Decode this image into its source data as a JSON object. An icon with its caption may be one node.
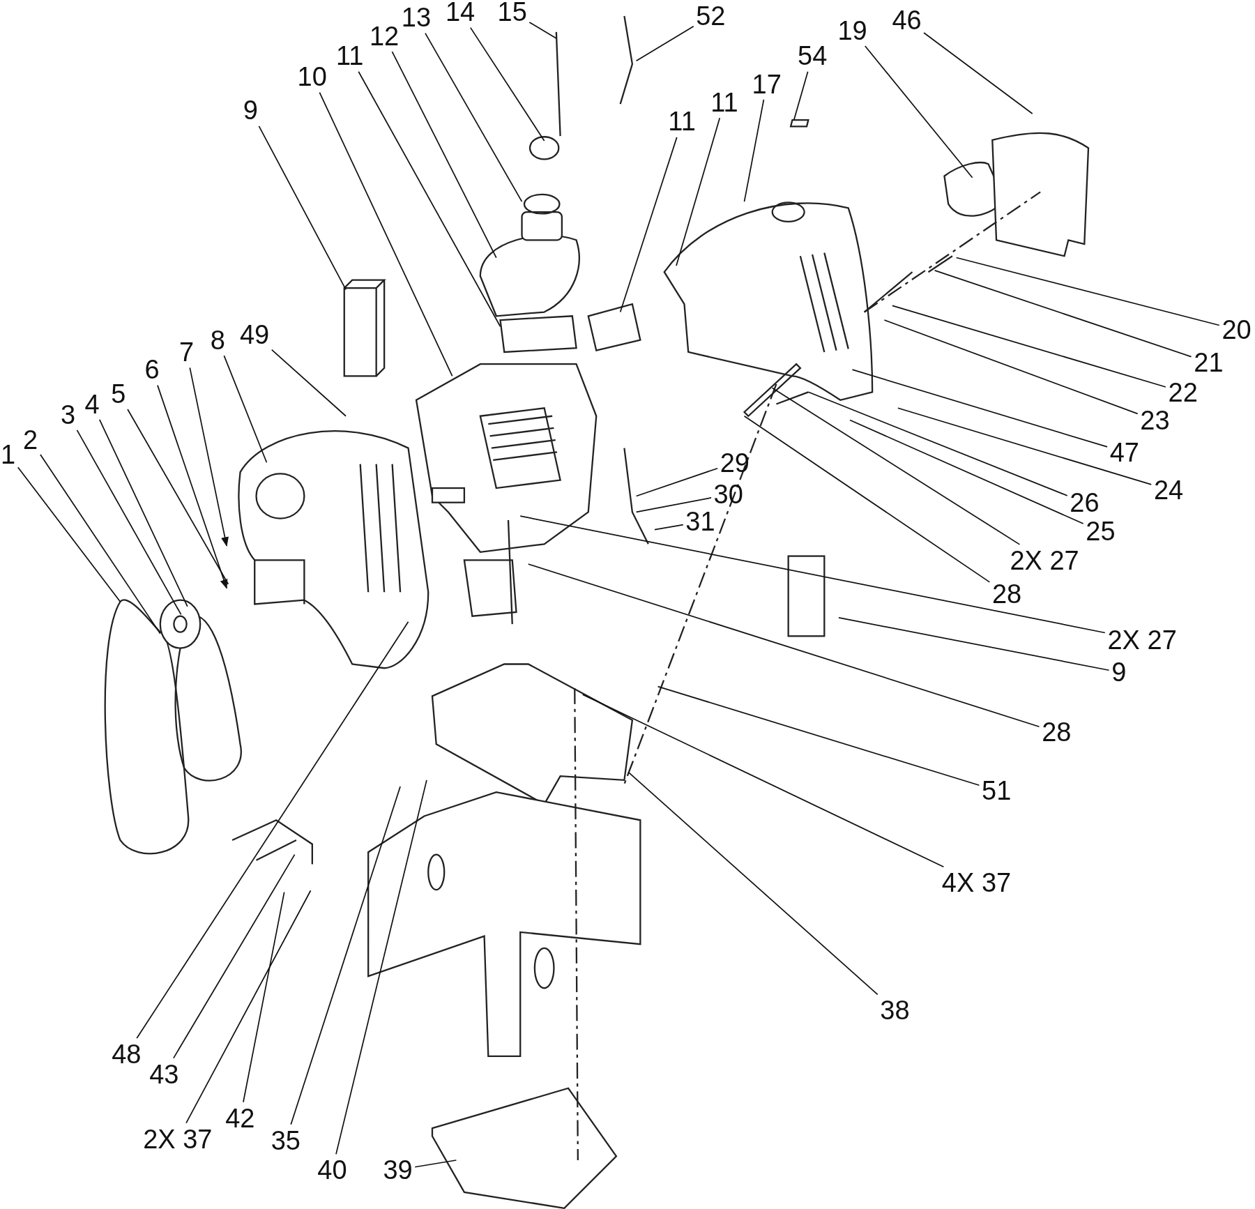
{
  "diagram": {
    "nodes": [
      {
        "text": [
          "1"
        ]
      },
      {
        "text": [
          "2"
        ]
      },
      {
        "text": [
          "3"
        ]
      },
      {
        "text": [
          "4"
        ]
      },
      {
        "text": [
          "5"
        ]
      },
      {
        "text": [
          "6"
        ]
      },
      {
        "text": [
          "7"
        ]
      },
      {
        "text": [
          "8"
        ]
      },
      {
        "text": [
          "49"
        ]
      },
      {
        "text": [
          "9"
        ]
      },
      {
        "text": [
          "10"
        ]
      },
      {
        "text": [
          "11"
        ]
      },
      {
        "text": [
          "12"
        ]
      },
      {
        "text": [
          "13"
        ]
      },
      {
        "text": [
          "14"
        ]
      },
      {
        "text": [
          "15"
        ]
      },
      {
        "text": [
          "52"
        ]
      },
      {
        "text": [
          "11"
        ]
      },
      {
        "text": [
          "11"
        ]
      },
      {
        "text": [
          "17"
        ]
      },
      {
        "text": [
          "54"
        ]
      },
      {
        "text": [
          "19"
        ]
      },
      {
        "text": [
          "46"
        ]
      },
      {
        "text": [
          "20"
        ]
      },
      {
        "text": [
          "21"
        ]
      },
      {
        "text": [
          "22"
        ]
      },
      {
        "text": [
          "23"
        ]
      },
      {
        "text": [
          "47"
        ]
      },
      {
        "text": [
          "24"
        ]
      },
      {
        "text": [
          "26"
        ]
      },
      {
        "text": [
          "25"
        ]
      },
      {
        "text": [
          "2X 27"
        ]
      },
      {
        "text": [
          "28"
        ]
      },
      {
        "text": [
          "29"
        ]
      },
      {
        "text": [
          "30"
        ]
      },
      {
        "text": [
          "31"
        ]
      },
      {
        "text": [
          "2X 27"
        ]
      },
      {
        "text": [
          "9"
        ]
      },
      {
        "text": [
          "28"
        ]
      },
      {
        "text": [
          "51"
        ]
      },
      {
        "text": [
          "4X 37"
        ]
      },
      {
        "text": [
          "38"
        ]
      },
      {
        "text": [
          "48"
        ]
      },
      {
        "text": [
          "43"
        ]
      },
      {
        "text": [
          "2X 37"
        ]
      },
      {
        "text": [
          "42"
        ]
      },
      {
        "text": [
          "35"
        ]
      },
      {
        "text": [
          "40"
        ]
      },
      {
        "text": [
          "39"
        ]
      }
    ],
    "edges": [
      {
        "from": 0,
        "to": null,
        "arrow": "none"
      },
      {
        "from": 1,
        "to": null,
        "arrow": "none"
      },
      {
        "from": 2,
        "to": null,
        "arrow": "none"
      },
      {
        "from": 3,
        "to": null,
        "arrow": "none"
      },
      {
        "from": 4,
        "to": null,
        "arrow": "none"
      },
      {
        "from": 5,
        "to": null,
        "arrow": "to"
      },
      {
        "from": 6,
        "to": null,
        "arrow": "to"
      },
      {
        "from": 7,
        "to": null,
        "arrow": "none"
      },
      {
        "from": 8,
        "to": null,
        "arrow": "none"
      },
      {
        "from": 9,
        "to": null,
        "arrow": "none"
      },
      {
        "from": 10,
        "to": null,
        "arrow": "none"
      },
      {
        "from": 11,
        "to": null,
        "arrow": "none"
      },
      {
        "from": 12,
        "to": null,
        "arrow": "none"
      },
      {
        "from": 13,
        "to": null,
        "arrow": "none"
      },
      {
        "from": 14,
        "to": null,
        "arrow": "none"
      },
      {
        "from": 15,
        "to": null,
        "arrow": "none"
      },
      {
        "from": 16,
        "to": null,
        "arrow": "none"
      },
      {
        "from": 17,
        "to": null,
        "arrow": "none"
      },
      {
        "from": 18,
        "to": null,
        "arrow": "none"
      },
      {
        "from": 19,
        "to": null,
        "arrow": "none"
      },
      {
        "from": 20,
        "to": null,
        "arrow": "none"
      },
      {
        "from": 21,
        "to": null,
        "arrow": "none"
      },
      {
        "from": 22,
        "to": null,
        "arrow": "none"
      },
      {
        "from": 23,
        "to": null,
        "arrow": "none"
      },
      {
        "from": 24,
        "to": null,
        "arrow": "none"
      },
      {
        "from": 25,
        "to": null,
        "arrow": "none"
      },
      {
        "from": 26,
        "to": null,
        "arrow": "none"
      },
      {
        "from": 27,
        "to": null,
        "arrow": "none"
      },
      {
        "from": 28,
        "to": null,
        "arrow": "none"
      },
      {
        "from": 29,
        "to": null,
        "arrow": "none"
      },
      {
        "from": 30,
        "to": null,
        "arrow": "none"
      },
      {
        "from": 31,
        "to": null,
        "arrow": "none"
      },
      {
        "from": 32,
        "to": null,
        "arrow": "none"
      },
      {
        "from": 33,
        "to": null,
        "arrow": "none"
      },
      {
        "from": 34,
        "to": null,
        "arrow": "none"
      },
      {
        "from": 35,
        "to": null,
        "arrow": "none"
      },
      {
        "from": 36,
        "to": null,
        "arrow": "none"
      },
      {
        "from": 37,
        "to": null,
        "arrow": "none"
      },
      {
        "from": 38,
        "to": null,
        "arrow": "none"
      },
      {
        "from": 39,
        "to": null,
        "arrow": "none"
      },
      {
        "from": 40,
        "to": null,
        "arrow": "none"
      },
      {
        "from": 41,
        "to": null,
        "arrow": "none"
      },
      {
        "from": 42,
        "to": null,
        "arrow": "none"
      },
      {
        "from": 43,
        "to": null,
        "arrow": "none"
      },
      {
        "from": 44,
        "to": null,
        "arrow": "none"
      },
      {
        "from": 45,
        "to": null,
        "arrow": "none"
      },
      {
        "from": 46,
        "to": null,
        "arrow": "none"
      },
      {
        "from": 47,
        "to": null,
        "arrow": "none"
      },
      {
        "from": 48,
        "to": null,
        "arrow": "none"
      }
    ]
  }
}
